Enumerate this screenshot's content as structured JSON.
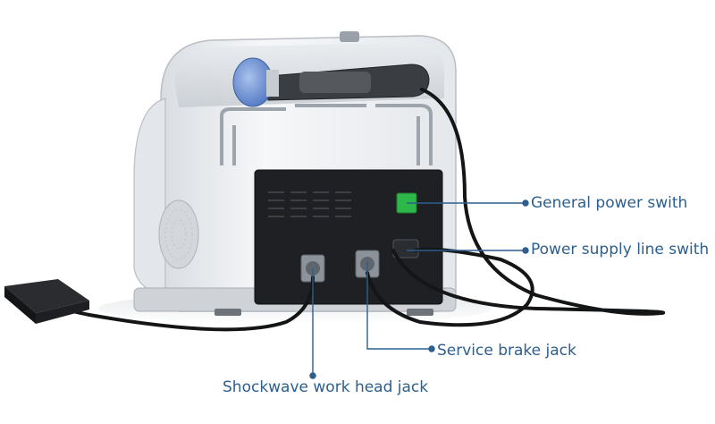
{
  "callouts": {
    "general_power": "General power swith",
    "power_supply_line": "Power supply line swith",
    "service_brake": "Service brake jack",
    "shockwave_head": "Shockwave work head jack"
  },
  "colors": {
    "callout_text": "#2c5f8f",
    "leader_line": "#2c5f8f",
    "power_switch": "#2fb84a",
    "handpiece_tip": "#5b83c9"
  }
}
